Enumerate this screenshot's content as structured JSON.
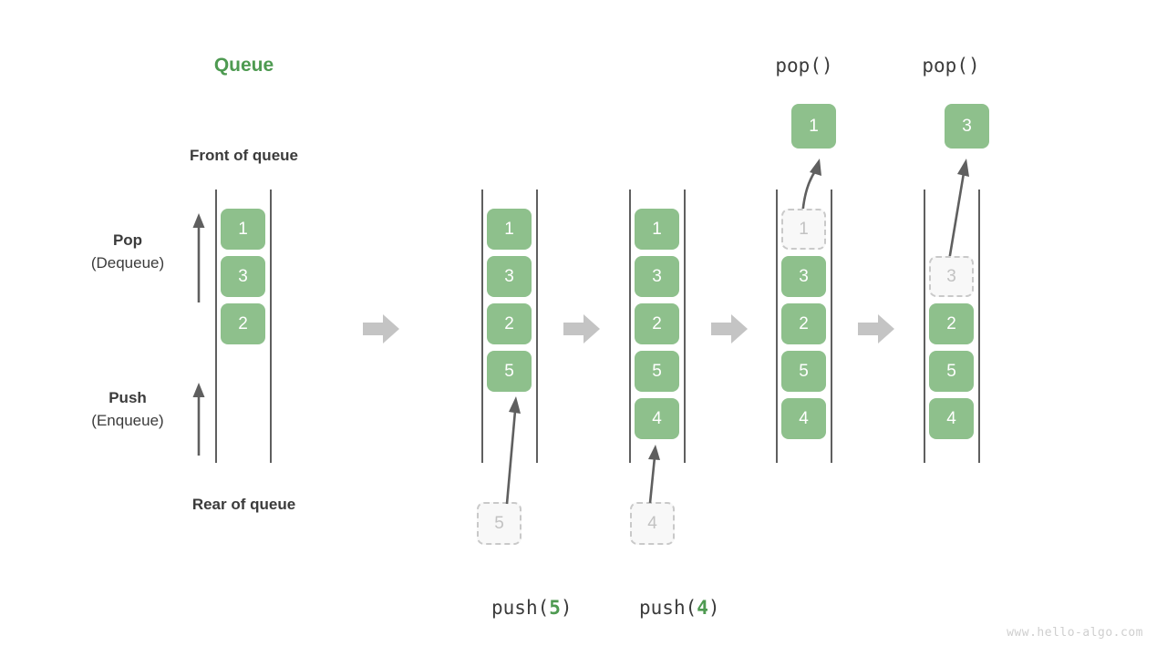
{
  "diagram": {
    "title": "Queue",
    "title_color": "#4e9a51",
    "front_label": "Front of queue",
    "rear_label": "Rear of queue",
    "watermark": "www.hello-algo.com",
    "box_color": "#8ec08c",
    "ghost_color": "#c2c2c2",
    "rail_color": "#5f5f5f",
    "separator_color": "#c4c4c4"
  },
  "side_labels": {
    "pop": {
      "line1": "Pop",
      "line2": "(Dequeue)"
    },
    "push": {
      "line1": "Push",
      "line2": "(Enqueue)"
    }
  },
  "steps": [
    {
      "id": "initial",
      "cells": [
        "1",
        "3",
        "2"
      ],
      "ghost_index": null,
      "caption_top": "",
      "caption_bottom": "",
      "incoming": null,
      "outgoing": null
    },
    {
      "id": "push-5",
      "cells": [
        "1",
        "3",
        "2",
        "5"
      ],
      "ghost_index": null,
      "caption_top": "",
      "caption_bottom_prefix": "push(",
      "caption_bottom_arg": "5",
      "caption_bottom_suffix": ")",
      "incoming": "5",
      "outgoing": null
    },
    {
      "id": "push-4",
      "cells": [
        "1",
        "3",
        "2",
        "5",
        "4"
      ],
      "ghost_index": null,
      "caption_top": "",
      "caption_bottom_prefix": "push(",
      "caption_bottom_arg": "4",
      "caption_bottom_suffix": ")",
      "incoming": "4",
      "outgoing": null
    },
    {
      "id": "pop-1",
      "cells": [
        "1",
        "3",
        "2",
        "5",
        "4"
      ],
      "ghost_index": 0,
      "caption_top": "pop()",
      "caption_bottom": "",
      "incoming": null,
      "outgoing": "1"
    },
    {
      "id": "pop-3",
      "cells": [
        "3",
        "2",
        "5",
        "4"
      ],
      "ghost_index": 0,
      "caption_top": "pop()",
      "caption_bottom": "",
      "incoming": null,
      "outgoing": "3"
    }
  ],
  "separators": [
    "arrow-right-icon",
    "arrow-right-icon",
    "arrow-right-icon",
    "arrow-right-icon"
  ]
}
